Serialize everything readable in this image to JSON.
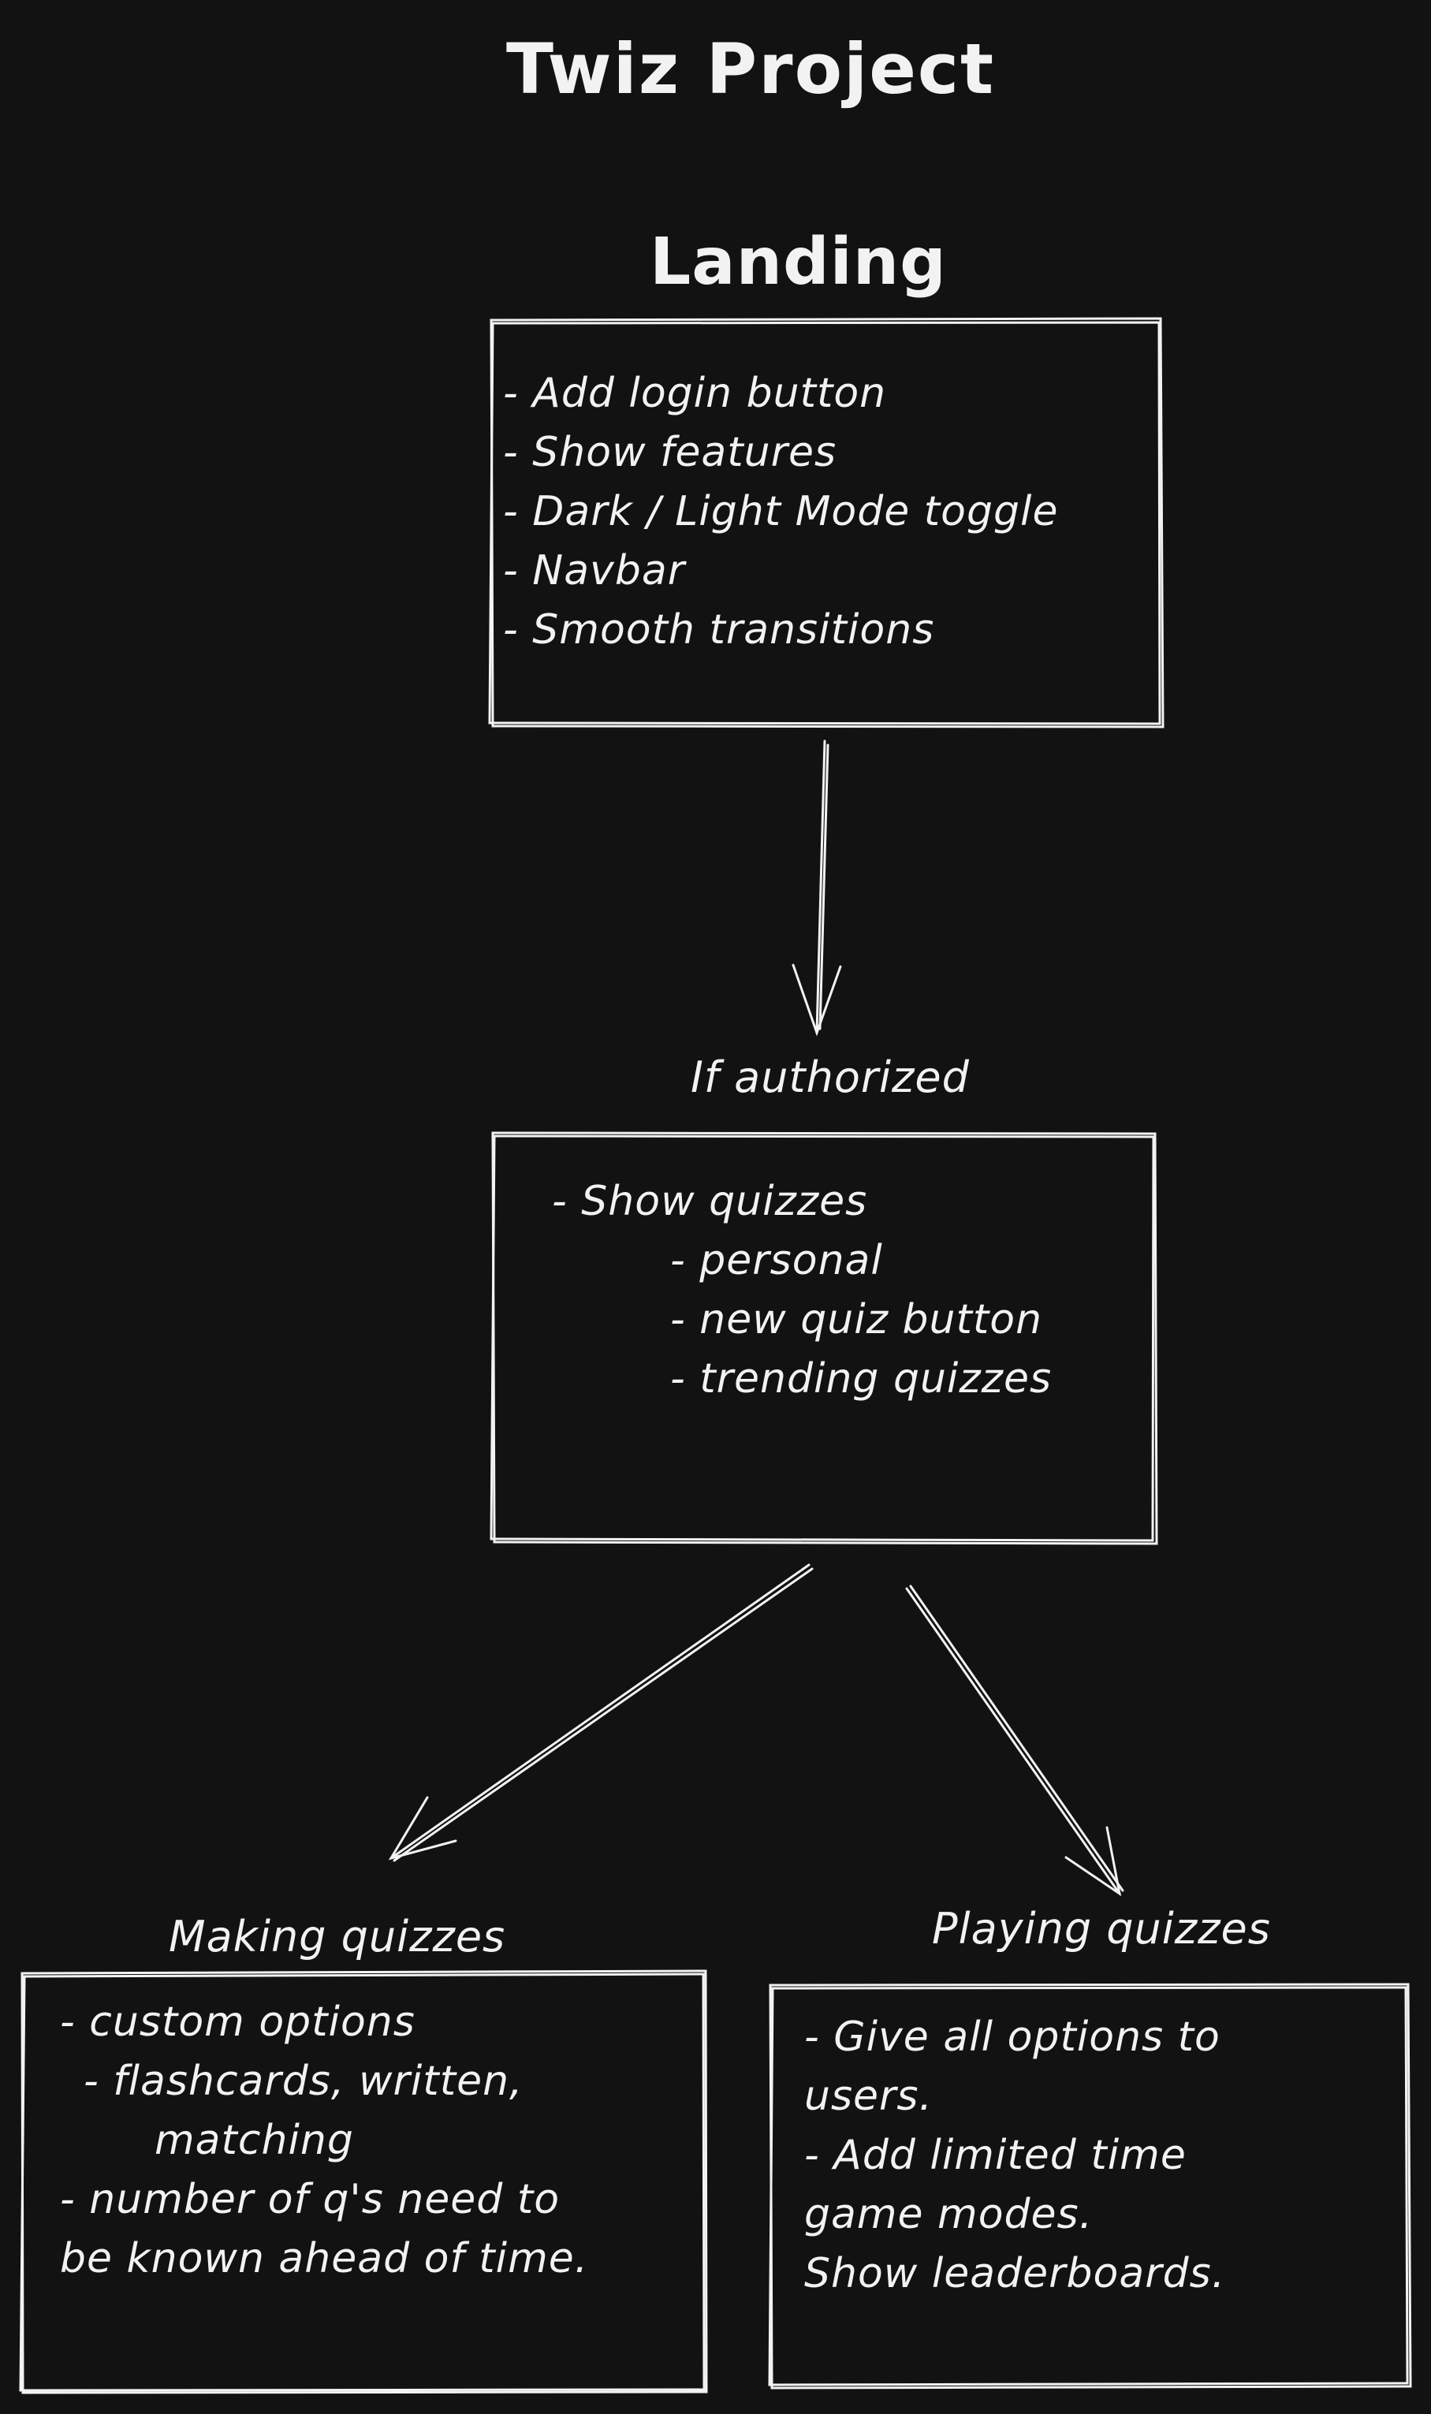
{
  "title": "Twiz Project",
  "landing": {
    "heading": "Landing",
    "items": [
      "- Add login button",
      "- Show features",
      "- Dark / Light Mode toggle",
      "- Navbar",
      "- Smooth transitions"
    ]
  },
  "authorized": {
    "label": "If authorized",
    "items": [
      "- Show quizzes",
      "- personal",
      "- new quiz button",
      "- trending quizzes"
    ]
  },
  "making": {
    "label": "Making quizzes",
    "items": [
      "- custom options",
      "- flashcards, written,",
      "matching",
      "- number of q's need to",
      "be known ahead of time."
    ]
  },
  "playing": {
    "label": "Playing quizzes",
    "items": [
      "- Give all options to",
      "users.",
      "- Add limited time",
      "game modes.",
      "Show leaderboards."
    ]
  }
}
